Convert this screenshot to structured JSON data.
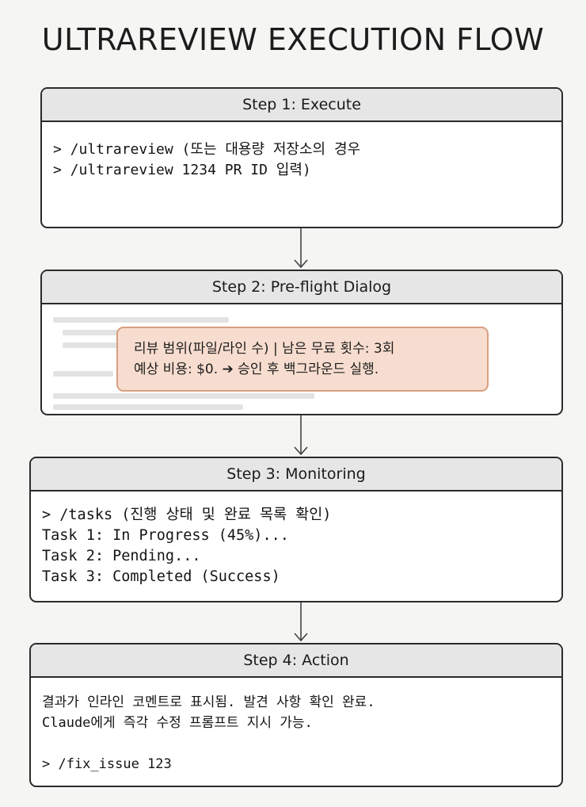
{
  "title": "ULTRAREVIEW EXECUTION FLOW",
  "steps": [
    {
      "header": "Step 1: Execute",
      "lines": [
        "> /ultrareview (또는 대용량 저장소의 경우",
        "> /ultrareview 1234 PR ID 입력)"
      ]
    },
    {
      "header": "Step 2: Pre-flight Dialog",
      "dialog_lines": [
        "리뷰 범위(파일/라인 수) | 남은 무료 횟수: 3회",
        "예상 비용: $0. ➔ 승인 후 백그라운드 실행."
      ]
    },
    {
      "header": "Step 3: Monitoring",
      "lines": [
        "> /tasks (진행 상태 및 완료 목록 확인)",
        "Task 1: In Progress (45%)...",
        "Task 2: Pending...",
        "Task 3: Completed (Success)"
      ]
    },
    {
      "header": "Step 4: Action",
      "lines": [
        "결과가 인라인 코멘트로 표시됨. 발견 사항 확인 완료.",
        "Claude에게 즉각 수정 프롬프트 지시 가능.",
        "",
        "> /fix_issue 123"
      ]
    }
  ]
}
